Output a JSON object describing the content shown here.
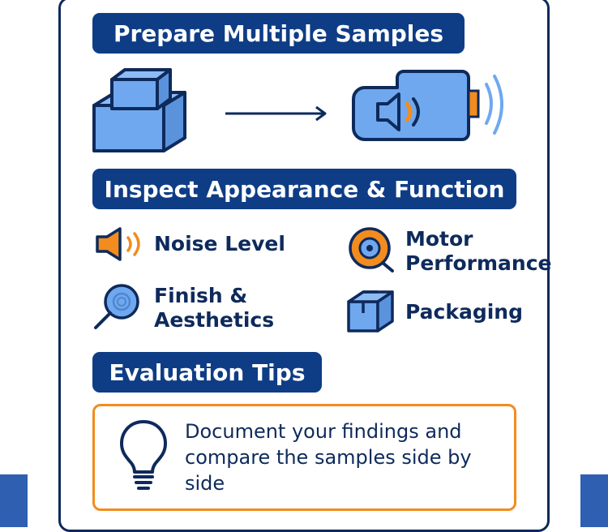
{
  "sections": {
    "prepare": {
      "title": "Prepare Multiple Samples"
    },
    "inspect": {
      "title": "Inspect Appearance & Function",
      "items": [
        {
          "label": "Noise Level",
          "icon": "speaker-icon"
        },
        {
          "label_line1": "Motor",
          "label_line2": "Performance",
          "icon": "motor-icon"
        },
        {
          "label_line1": "Finish &",
          "label_line2": "Aesthetics",
          "icon": "magnifier-icon"
        },
        {
          "label": "Packaging",
          "icon": "box-icon"
        }
      ]
    },
    "tips": {
      "title": "Evaluation Tips",
      "text": "Document your findings and compare the samples side by side",
      "icon": "lightbulb-icon"
    }
  },
  "colors": {
    "navy": "#0e3d86",
    "outline": "#0e2a5c",
    "light_blue": "#6fa8ee",
    "orange": "#f28c1e",
    "side_blue": "#2f5fb0"
  }
}
